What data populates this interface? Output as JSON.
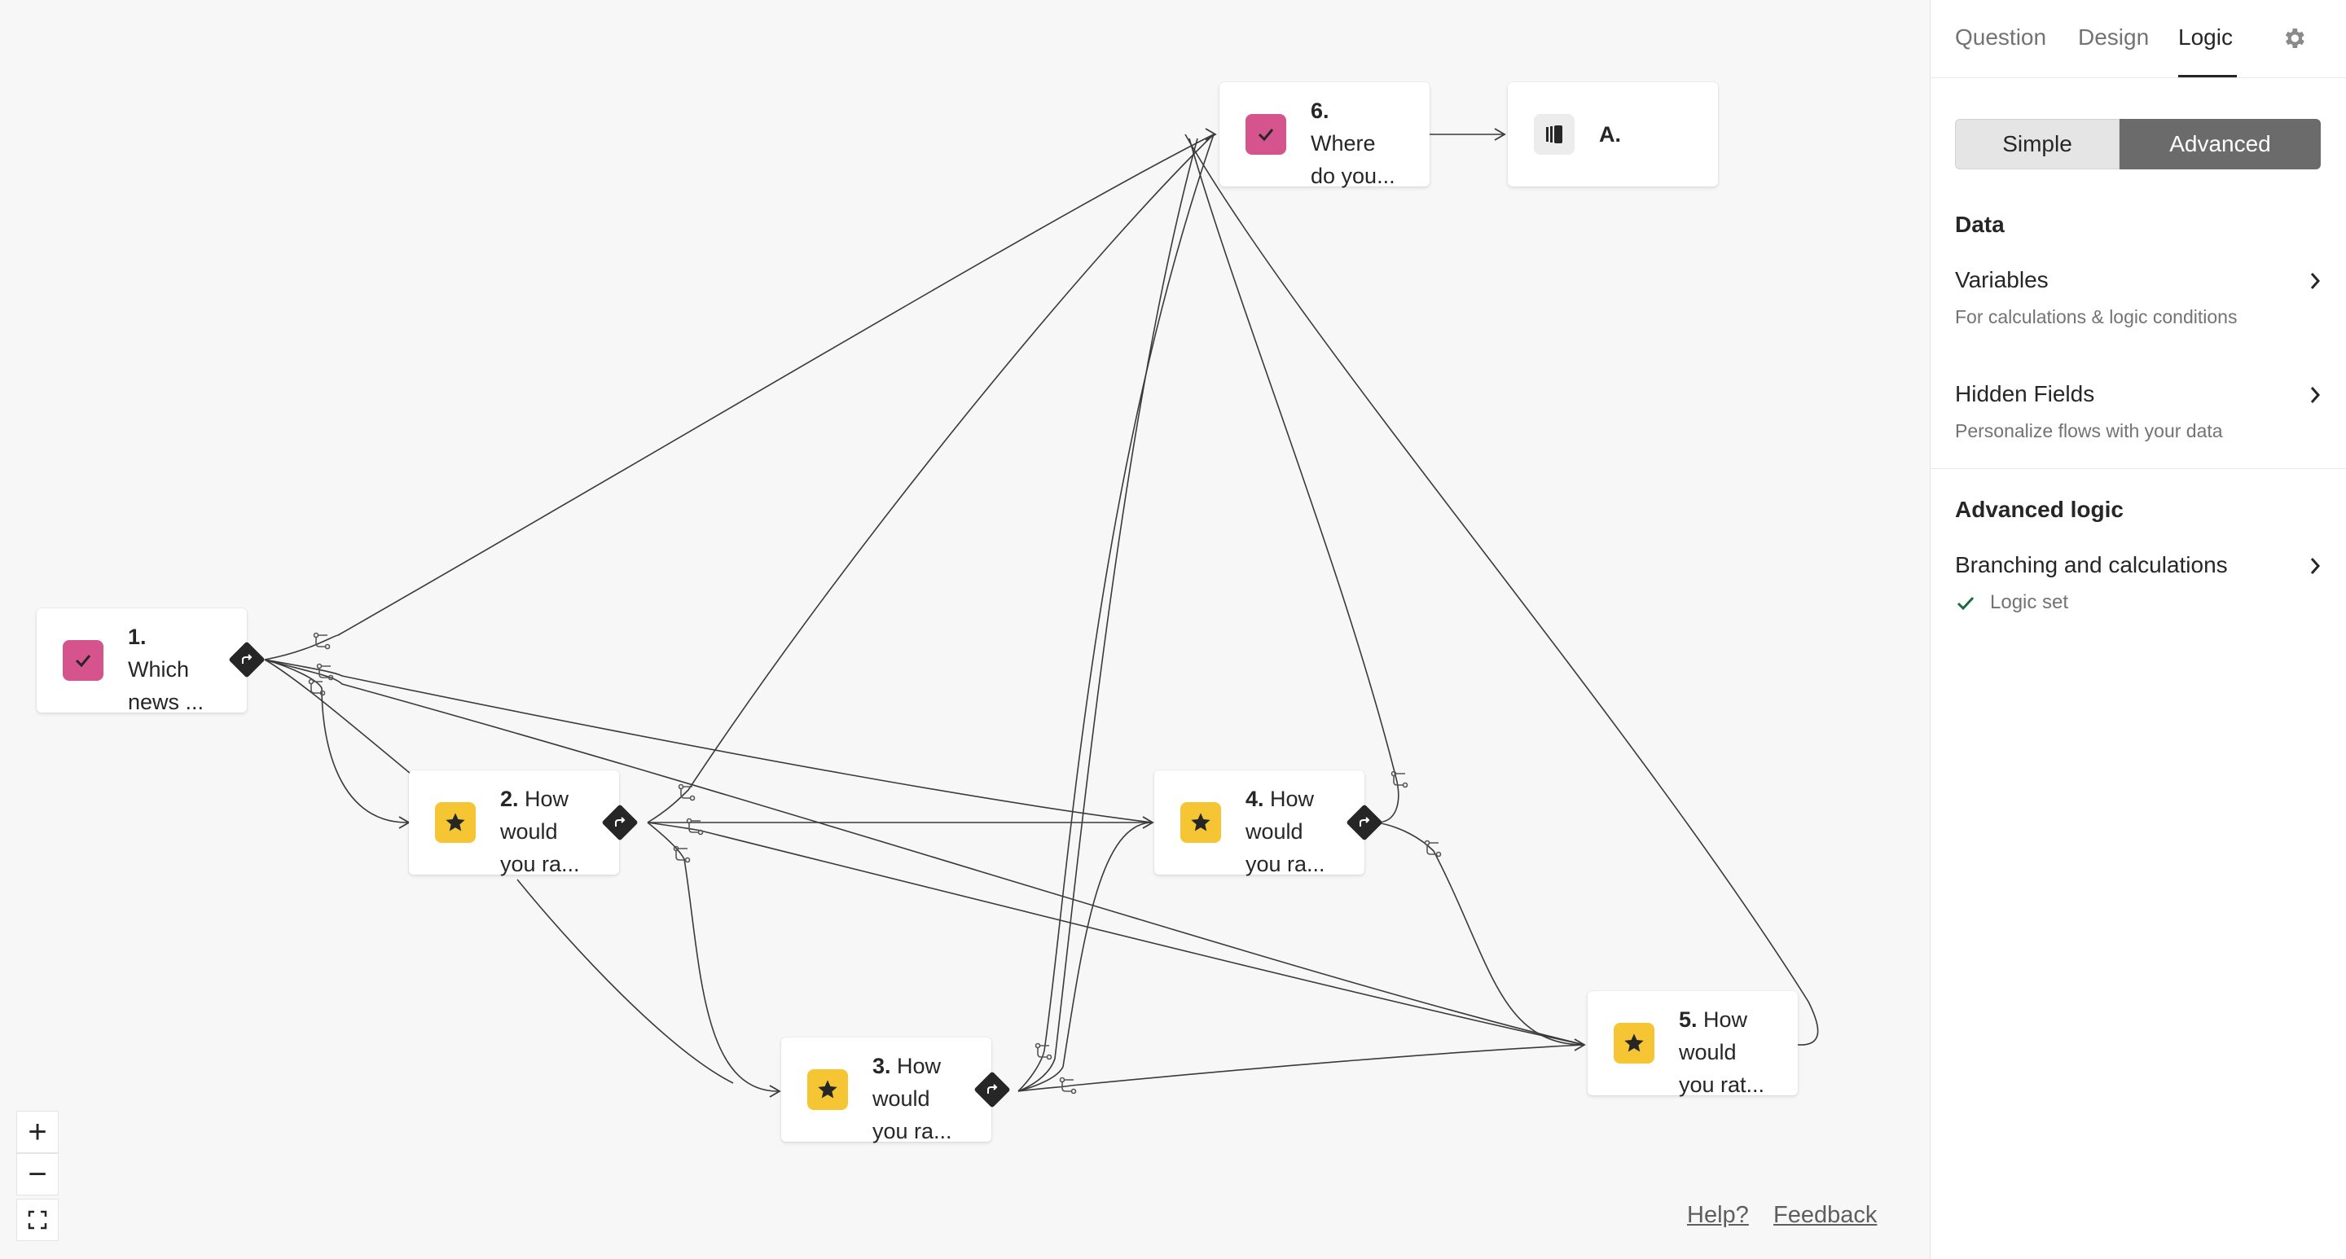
{
  "canvas": {
    "nodes": [
      {
        "id": "q1",
        "number": "1.",
        "title": "Which news ...",
        "line1": "Which",
        "line2": "news ...",
        "icon": "checkbox-icon",
        "color": "#d6548e"
      },
      {
        "id": "q2",
        "number": "2.",
        "title": "How would you ra...",
        "line0": "How",
        "line1": "would",
        "line2": "you ra...",
        "icon": "star-icon",
        "color": "#f5c533"
      },
      {
        "id": "q3",
        "number": "3.",
        "title": "How would you ra...",
        "line0": "How",
        "line1": "would",
        "line2": "you ra...",
        "icon": "star-icon",
        "color": "#f5c533"
      },
      {
        "id": "q4",
        "number": "4.",
        "title": "How would you ra...",
        "line0": "How",
        "line1": "would",
        "line2": "you ra...",
        "icon": "star-icon",
        "color": "#f5c533"
      },
      {
        "id": "q5",
        "number": "5.",
        "title": "How would you rat...",
        "line0": "How",
        "line1": "would",
        "line2": "you rat...",
        "icon": "star-icon",
        "color": "#f5c533"
      },
      {
        "id": "q6",
        "number": "6.",
        "title": "Where do you...",
        "line1": "Where",
        "line2": "do you...",
        "icon": "checkbox-icon",
        "color": "#d6548e"
      },
      {
        "id": "end",
        "number": "A.",
        "icon": "ending-screen-icon"
      }
    ]
  },
  "zoom": {
    "in": "+",
    "out": "−",
    "fit": "fit-screen-icon"
  },
  "footer_links": {
    "help": "Help?",
    "feedback": "Feedback"
  },
  "sidebar": {
    "tabs": [
      {
        "label": "Question",
        "active": false
      },
      {
        "label": "Design",
        "active": false
      },
      {
        "label": "Logic",
        "active": true
      }
    ],
    "settings_icon": "gear-icon",
    "mode": {
      "simple": "Simple",
      "advanced": "Advanced",
      "selected": "Advanced"
    },
    "data_heading": "Data",
    "variables": {
      "label": "Variables",
      "desc": "For calculations & logic conditions"
    },
    "hidden_fields": {
      "label": "Hidden Fields",
      "desc": "Personalize flows with your data"
    },
    "advanced_heading": "Advanced logic",
    "branching": {
      "label": "Branching and calculations",
      "status": "Logic set"
    }
  },
  "colors": {
    "accent_dark": "#262627",
    "pink": "#d6548e",
    "yellow": "#f5c533",
    "check_green": "#1a6b44"
  }
}
